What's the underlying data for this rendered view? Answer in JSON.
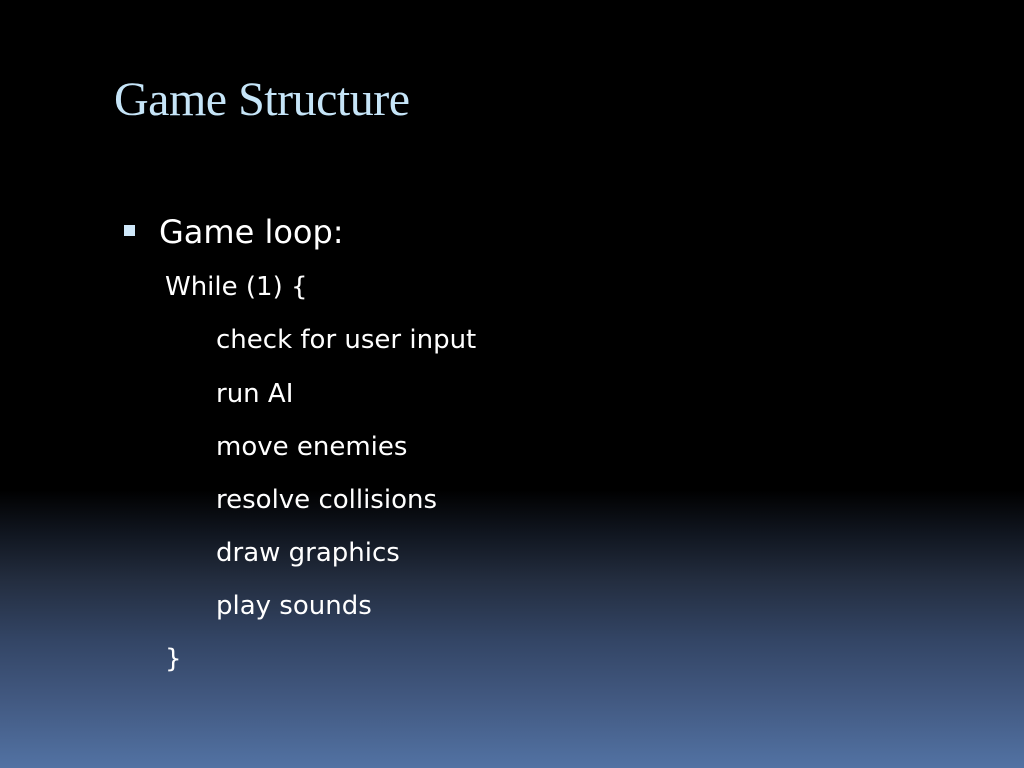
{
  "slide": {
    "title": "Game Structure",
    "bullet": "Game loop:",
    "code": {
      "open": "While (1) {",
      "steps": [
        "check for user input",
        "run AI",
        "move enemies",
        "resolve collisions",
        "draw graphics",
        "play sounds"
      ],
      "close": "}"
    }
  },
  "colors": {
    "title": "#c6e5f8",
    "text": "#ffffff",
    "bullet_marker": "#cfe8fa",
    "background_top": "#000000",
    "background_bottom": "#5272a3"
  }
}
